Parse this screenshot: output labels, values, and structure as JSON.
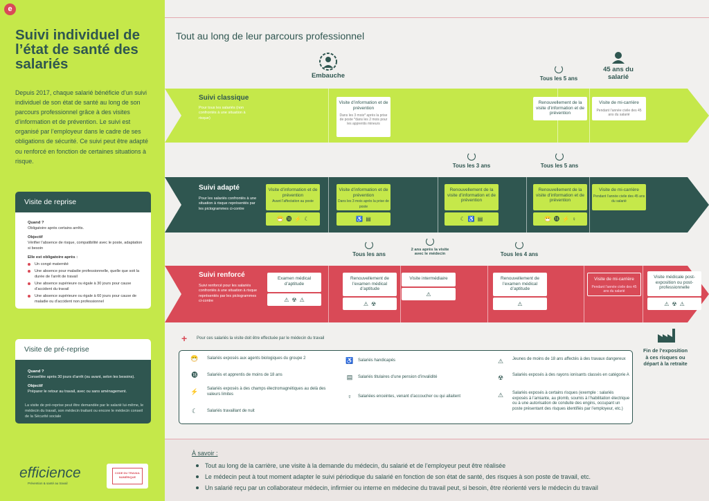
{
  "left": {
    "logo": "e",
    "title": "Suivi individuel de l’état de santé des salariés",
    "intro": "Depuis 2017, chaque salarié bénéficie d’un suivi individuel de son état de santé au long de son parcours professionnel grâce à des visites d’information et de prévention. Le suivi est organisé par l’employeur dans le cadre de ses obligations de sécurité. Ce suivi peut être adapté ou renforcé en fonction de certaines situations à risque.",
    "reprise": {
      "title": "Visite de reprise",
      "quand_t": "Quand ?",
      "quand": "Obligatoire après certains arrêts.",
      "obj_t": "Objectif",
      "obj": "Vérifier l’absence de risque, compatibilité avec le poste, adaptation si besoin",
      "elle_t": "Elle est obligatoire après :",
      "items": [
        "Un congé maternité",
        "Une absence pour maladie professionnelle, quelle que soit la durée de l’arrêt de travail",
        "Une absence supérieure ou égale à 30 jours pour cause d’accident du travail",
        "Une absence supérieure ou égale à 60 jours pour cause de maladie ou d’accident non professionnel"
      ]
    },
    "prereprise": {
      "title": "Visite de pré-reprise",
      "quand_t": "Quand ?",
      "quand": "Conseillée après 30 jours d’arrêt (ou avant, selon les besoins).",
      "obj_t": "Objectif",
      "obj": "Préparer le retour au travail, avec ou sans aménagement.",
      "note": "La visite de pré-reprise peut être demandée par le salarié lui-même, le médecin du travail, son médecin traitant ou encore le médecin conseil de la Sécurité sociale"
    },
    "brand": "efficience",
    "brand_sub": "Prévention & santé au travail",
    "code": "CODE DU TRAVAIL NUMÉRIQUE"
  },
  "main": {
    "title": "Tout au long de leur parcours professionnel",
    "embauche": "Embauche",
    "tous5": "Tous les 5 ans",
    "age45": "45 ans du salarié",
    "classique": {
      "title": "Suivi classique",
      "desc": "Pour tous les salariés (non confrontés à une situation à risque)",
      "b1": "Visite d’information et de prévention",
      "b1s": "Dans les 3 mois* après la prise de poste *dans les 2 mois pour les apprentis mineurs",
      "b2": "Renouvellement de la visite d’information et de prévention",
      "b3": "Visite de mi-carrière",
      "b3s": "Pendant l’année civile des 45 ans du salarié"
    },
    "adapte": {
      "title": "Suivi adapté",
      "desc": "Pour les salariés confrontés à une situation à risque représentés par les pictogrammes ci-contre",
      "p1": "Tous les 3 ans",
      "p2": "Tous les 5 ans",
      "b0": "Visite d’information et de prévention",
      "b0s": "Avant l’affectation au poste",
      "b1": "Visite d’information et de prévention",
      "b1s": "Dans les 3 mois après la prise de poste",
      "b2": "Renouvellement de la visite d’information et de prévention",
      "b3": "Renouvellement de la visite d’information et de prévention",
      "b4": "Visite de mi-carrière",
      "b4s": "Pendant l’année civile des 45 ans du salarié"
    },
    "renforce": {
      "title": "Suivi renforcé",
      "desc": "Suivi renforcé pour les salariés confrontés à une situation à risque représentés par les pictogrammes ci-contre",
      "p1": "Tous les ans",
      "p2": "2 ans après la visite avec le médecin",
      "p3": "Tous les 4 ans",
      "b0": "Examen médical d’aptitude",
      "b1": "Renouvellement de l’examen médical d’aptitude",
      "b2": "Visite intermédiaire",
      "b3": "Renouvellement de l’examen médical d’aptitude",
      "b4": "Visite de mi-carrière",
      "b4s": "Pendant l’année civile des 45 ans du salarié",
      "b5": "Visite médicale post-exposition ou post-professionnelle"
    },
    "medecin_note": "Pour ces salariés la visite doit être effectuée par le médecin du travail",
    "fin": "Fin de l’exposition à ces risques ou départ à la retraite",
    "legend": [
      "Salariés exposés aux agents biologiques du groupe 2",
      "Salariés et apprentis de moins de 18 ans",
      "Salariés exposés à des champs électromagnétiques au delà des valeurs limites",
      "Salariés travaillant de nuit",
      "Salariés handicapés",
      "Salariés titulaires d’une pension d’invalidité",
      "Salariées enceintes, venant d’accoucher ou qui allaitent",
      "Jeunes de moins de 18 ans affectés à des travaux dangereux",
      "Salariés exposés à des rayons ionisants classés en catégorie A",
      "Salariés exposés à certains risques (exemple : salariés exposés à l’amiante, au plomb, soumis à l’habilitation électrique ou à une autorisation de conduite des engins, occupant un poste présentant des risques identifiés par l’employeur, etc.)"
    ],
    "asavoir": "À savoir :",
    "bullets": [
      "Tout au long de la carrière, une visite à la demande du médecin, du salarié et de l’employeur peut être réalisée",
      "Le médecin peut à tout moment adapter le suivi périodique du salarié en fonction de son état de santé, des risques à son poste de travail, etc.",
      "Un salarié reçu par un collaborateur médecin, infirmier ou interne en médecine du travail peut, si besoin, être réorienté vers le médecin du travail"
    ]
  },
  "colors": {
    "lime": "#c5e84a",
    "dark": "#2f5650",
    "red": "#d94a57"
  }
}
